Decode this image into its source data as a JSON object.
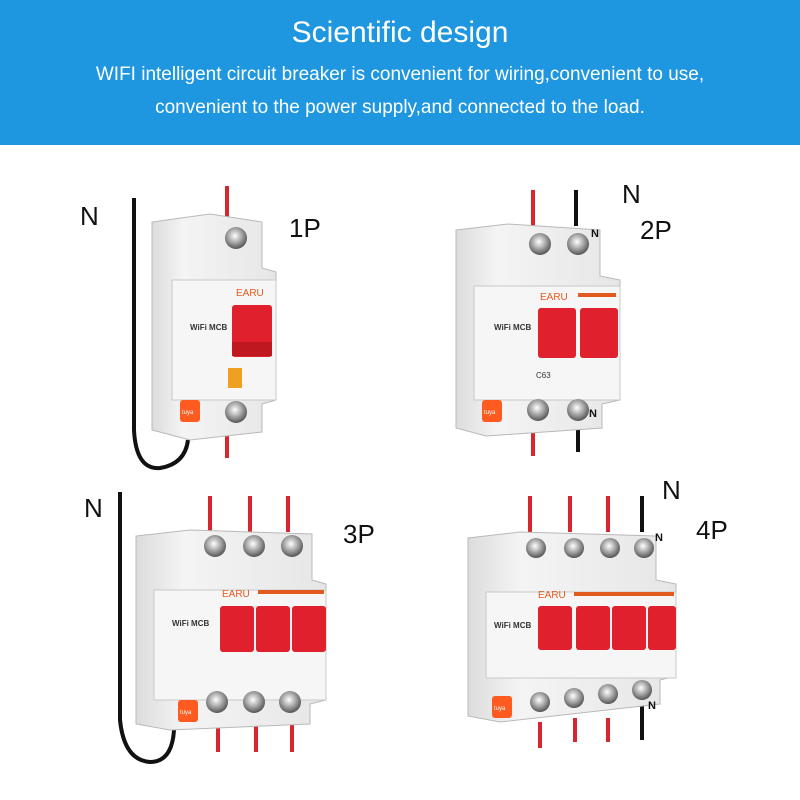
{
  "banner": {
    "title": "Scientific design",
    "line1": "WIFI intelligent circuit breaker is convenient for wiring,convenient to use,",
    "line2": "convenient to the power supply,and connected to the load."
  },
  "labels": {
    "p1": "1P",
    "p2": "2P",
    "p3": "3P",
    "p4": "4P",
    "n": "N"
  },
  "device": {
    "brand": "EARU",
    "model": "WiFi MCB",
    "app_badge": "tuya",
    "rating": "C63"
  },
  "colors": {
    "banner": "#1e96e0",
    "phase_wire": "#d8262e",
    "neutral_wire": "#111111",
    "handle": "#e0202c",
    "body": "#ececec",
    "badge": "#ff5a1f"
  }
}
